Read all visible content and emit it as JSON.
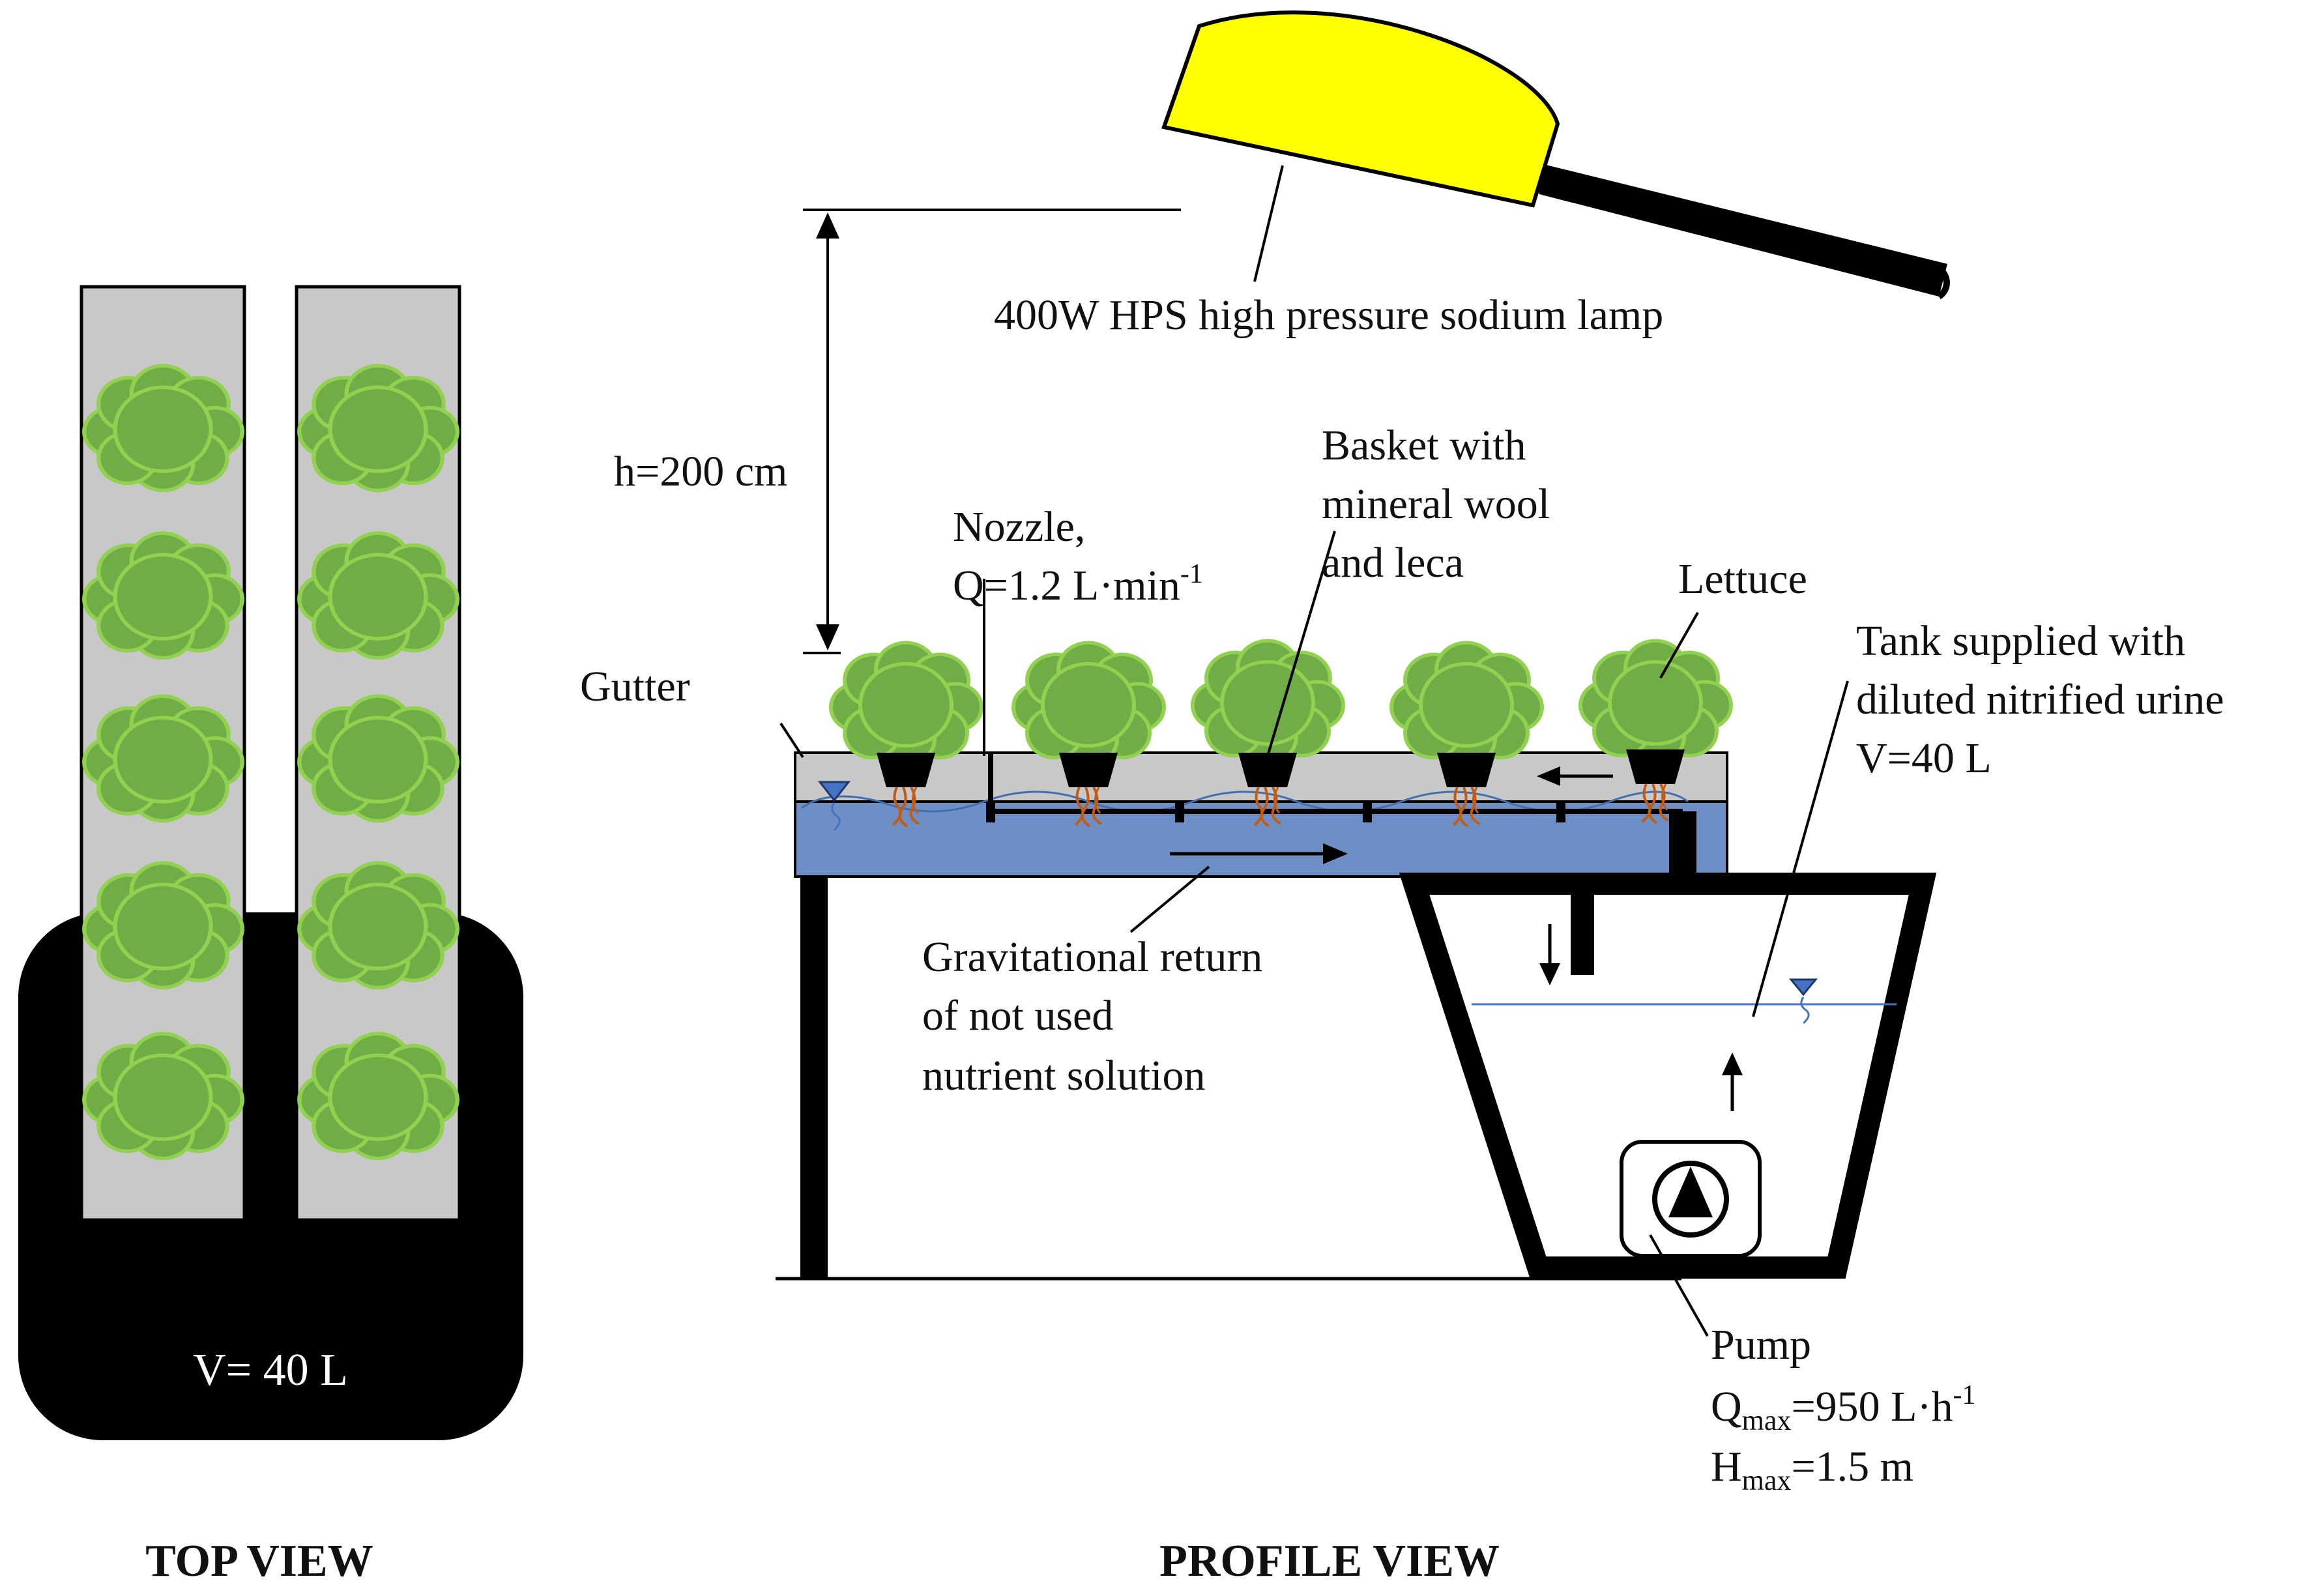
{
  "colors": {
    "lamp": "#ffff00",
    "water": "#6d8fc6",
    "gutter": "#c8c8c8",
    "lettuce": "#70ad47",
    "lettuce_edge": "#92d050",
    "structure": "#000000",
    "roots": "#c55a11",
    "water_line": "#4472c4"
  },
  "top_view": {
    "volume_label": "V= 40 L",
    "title": "TOP VIEW"
  },
  "profile_view": {
    "title": "PROFILE VIEW",
    "lamp_label": "400W HPS high pressure sodium lamp",
    "height_label": "h=200 cm",
    "gutter_label": "Gutter",
    "nozzle": {
      "line1": "Nozzle,",
      "line2": "Q=1.2 L·min",
      "exp": "-1"
    },
    "basket": {
      "line1": "Basket with",
      "line2": "mineral wool",
      "line3": "and leca"
    },
    "lettuce_label": "Lettuce",
    "tank": {
      "line1": "Tank supplied with",
      "line2": "diluted nitrified urine",
      "line3": "V=40 L"
    },
    "return": {
      "line1": "Gravitational  return",
      "line2": "of not used",
      "line3": "nutrient solution"
    },
    "pump": {
      "line1": "Pump",
      "q_letter": "Q",
      "q_sub": "max",
      "q_value": "=950 L·h",
      "q_exp": "-1",
      "h_letter": "H",
      "h_sub": "max",
      "h_value": "=1.5 m"
    }
  }
}
